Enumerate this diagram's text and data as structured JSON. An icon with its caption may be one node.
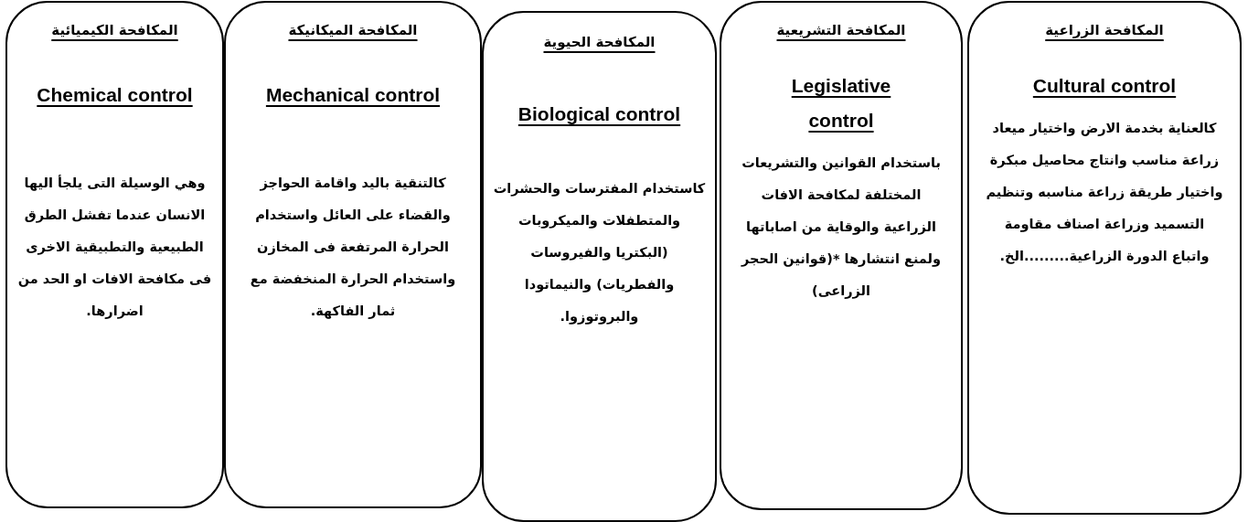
{
  "diagram": {
    "nodes": [
      {
        "text": [
          "المكافحة الزراعية",
          "Cultural control",
          "كالعناية بخدمة الارض واختيار ميعاد زراعة مناسب وانتاج محاصيل مبكرة واختيار طريقة زراعة مناسبه وتنظيم التسميد وزراعة اصناف مقاومة واتباع الدورة الزراعية.........الخ."
        ]
      },
      {
        "text": [
          "المكافحة التشريعية",
          "Legislative control",
          "باستخدام القوانين والتشريعات المختلفة لمكافحة الافات الزراعية والوقاية من اصاباتها ولمنع انتشارها *(قوانين الحجر الزراعى)"
        ]
      },
      {
        "text": [
          "المكافحة الحيوية",
          "Biological control",
          "كاستخدام المفترسات والحشرات والمتطفلات والميكروبات (البكتريا والفيروسات والفطريات) والنيماتودا والبروتوزوا."
        ]
      },
      {
        "text": [
          "المكافحة الميكانيكة",
          "Mechanical control",
          "كالتنقية باليد واقامة الحواجز والقضاء على العائل واستخدام الحرارة المرتفعة فى المخازن واستخدام الحرارة المنخفضة مع ثمار الفاكهة."
        ]
      },
      {
        "text": [
          "المكافحة الكيميائية",
          "Chemical control",
          "وهي الوسيلة التى يلجأ اليها الانسان عندما تفشل الطرق الطبيعية والتطبيقية الاخرى فى مكافحة الافات او الحد من اضرارها."
        ]
      }
    ]
  }
}
